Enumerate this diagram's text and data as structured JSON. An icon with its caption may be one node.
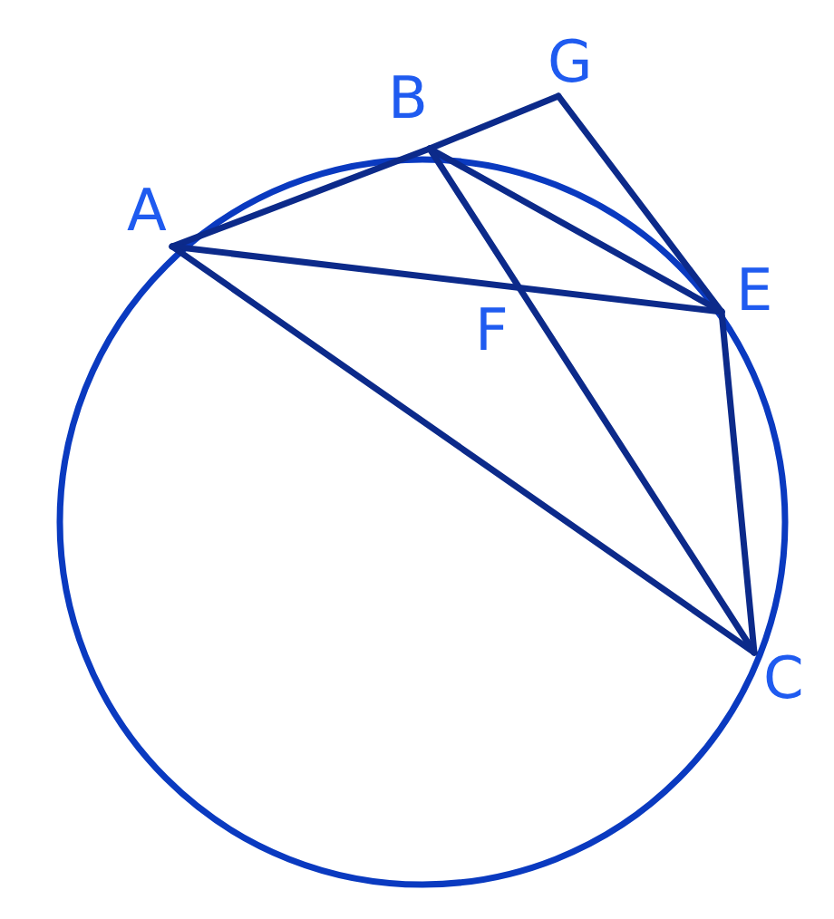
{
  "diagram": {
    "labels": [
      "B",
      "G",
      "A",
      "E",
      "F",
      "C"
    ]
  }
}
